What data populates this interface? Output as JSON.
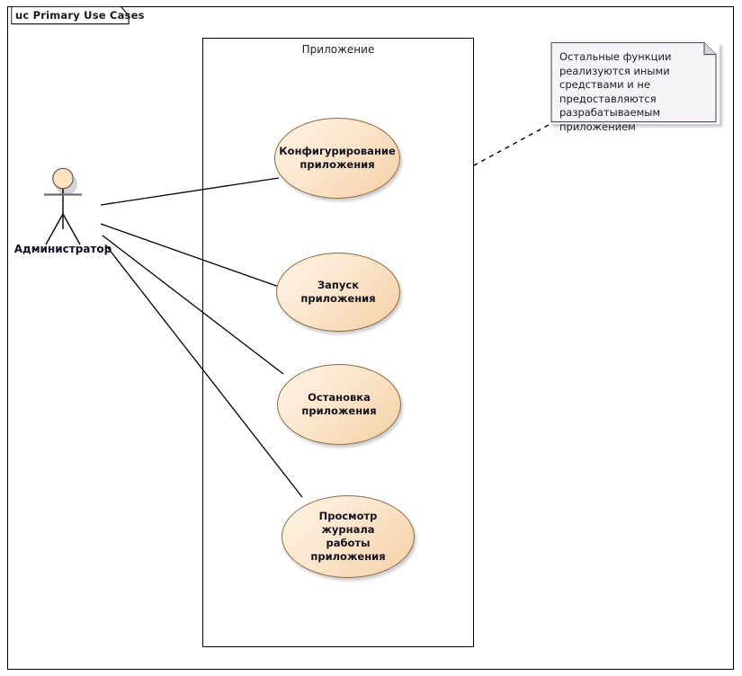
{
  "frame": {
    "tab_label": "uc Primary Use Cases"
  },
  "system_boundary": {
    "label": "Приложение"
  },
  "actor": {
    "name": "Администратор",
    "icon": "stick-figure-actor-icon",
    "head_color": "#fde2c0"
  },
  "use_cases": [
    {
      "id": "configure",
      "line1": "Конфигурирование",
      "line2": "приложения"
    },
    {
      "id": "start",
      "line1": "Запуск приложения",
      "line2": ""
    },
    {
      "id": "stop",
      "line1": "Остановка",
      "line2": "приложения"
    },
    {
      "id": "view-log",
      "line1": "Просмотр журнала",
      "line2": "работы приложения"
    }
  ],
  "note": {
    "text": "Остальные функции реализуются иными средствами и не предоставляются разрабатываемым приложением"
  },
  "colors": {
    "usecase_fill_light": "#fdf3e5",
    "usecase_fill_dark": "#f4cfa4",
    "usecase_stroke": "#8c6b3f",
    "note_fill": "#f7f4f7",
    "note_stroke": "#4c4c55",
    "line_stroke": "#000000"
  }
}
